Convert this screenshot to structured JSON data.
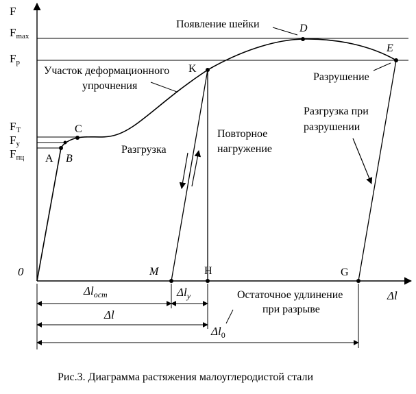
{
  "axes": {
    "y_label": "F",
    "x_label": "Δl",
    "origin": "0"
  },
  "force_levels": {
    "fmax": {
      "base": "F",
      "sub": "max"
    },
    "fp": {
      "base": "F",
      "sub": "p"
    },
    "ft": {
      "base": "F",
      "sub": "Т"
    },
    "fy": {
      "base": "F",
      "sub": "y"
    },
    "fpc": {
      "base": "F",
      "sub": "пц"
    }
  },
  "points": {
    "A": "A",
    "B": "B",
    "C": "C",
    "K": "K",
    "D": "D",
    "E": "E",
    "M": "M",
    "H": "H",
    "G": "G"
  },
  "annotations": {
    "neck": "Появление шейки",
    "hardening_line1": "Участок деформационного",
    "hardening_line2": "упрочнения",
    "fracture": "Разрушение",
    "unload_fracture_line1": "Разгрузка при",
    "unload_fracture_line2": "разрушении",
    "unloading": "Разгрузка",
    "reloading_line1": "Повторное",
    "reloading_line2": "нагружение",
    "residual_line1": "Остаточное удлинение",
    "residual_line2": "при разрыве"
  },
  "dimensions": {
    "dl_ost": {
      "base": "Δl",
      "sub": "ост"
    },
    "dl_y": {
      "base": "Δl",
      "sub": "y"
    },
    "dl": "Δl",
    "dl_0": {
      "base": "Δl",
      "sub": "0"
    }
  },
  "caption": "Рис.3. Диаграмма растяжения малоуглеродистой стали"
}
